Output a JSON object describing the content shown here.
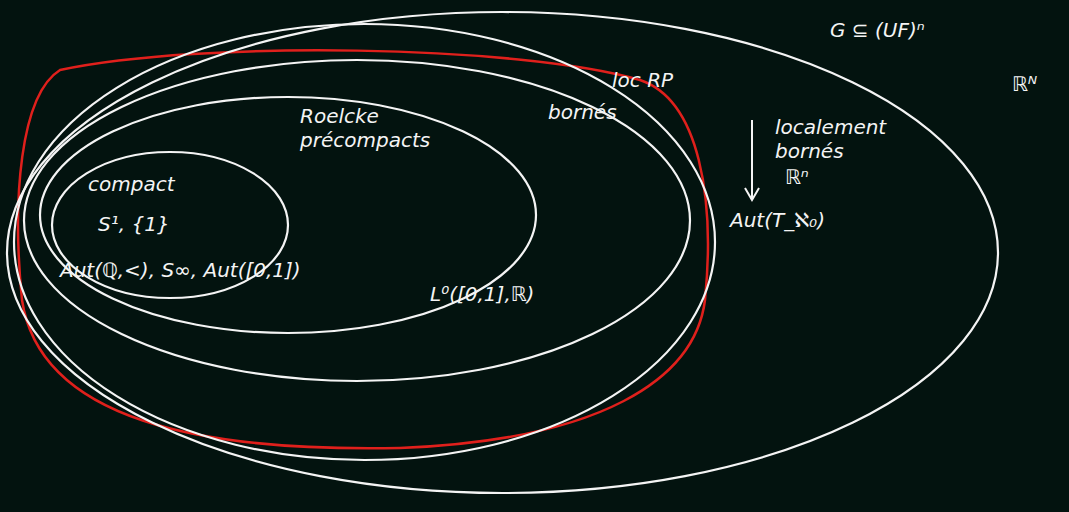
{
  "diagram": {
    "nodes": [
      {
        "text": [
          "localement bornés",
          "ℝⁿ",
          "Aut(T_ℵ₀)"
        ]
      },
      {
        "text": [
          "loc RP"
        ],
        "in": 0
      },
      {
        "text": [
          "bornés",
          "L⁰([0,1],ℝ)"
        ],
        "in": 1
      },
      {
        "text": [
          "Roelcke précompacts",
          "Aut(ℚ,<), S∞, Aut([0,1])"
        ],
        "in": 2
      },
      {
        "text": [
          "compact",
          "S¹, {1}"
        ],
        "in": 3
      }
    ],
    "labels": [
      "ℝᴺ",
      "G ⊆ (UF)ⁿ"
    ]
  }
}
